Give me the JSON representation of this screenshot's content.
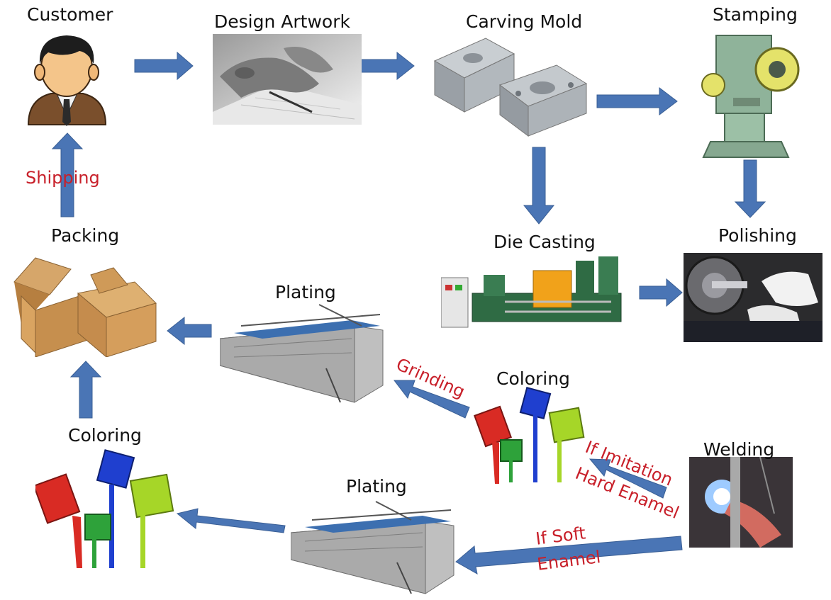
{
  "steps": {
    "customer": "Customer",
    "design_artwork": "Design Artwork",
    "carving_mold": "Carving Mold",
    "stamping": "Stamping",
    "polishing": "Polishing",
    "die_casting": "Die Casting",
    "plating_upper": "Plating",
    "packing": "Packing",
    "coloring_middle": "Coloring",
    "welding": "Welding",
    "plating_lower": "Plating",
    "coloring_lower": "Coloring"
  },
  "edge_labels": {
    "shipping": "Shipping",
    "grinding": "Grinding",
    "imitation_line1": "If Imitation",
    "imitation_line2": "Hard Enamel",
    "soft_line1": "If Soft",
    "soft_line2": "Enamel"
  },
  "colors": {
    "arrow": "#4a75b5",
    "arrow_edge": "#3a5f95",
    "edge_label": "#c8202a"
  },
  "icons": {
    "customer": "businessman-avatar-icon",
    "design": "hand-drawing-photo",
    "mold": "steel-mold-photo",
    "stamping": "punch-press-photo",
    "polishing": "polishing-wheel-photo",
    "die_casting": "die-casting-machine-photo",
    "plating": "plating-tank-photo",
    "packing": "cardboard-box-photo",
    "coloring": "paint-cans-photo",
    "welding": "welding-torch-photo"
  }
}
